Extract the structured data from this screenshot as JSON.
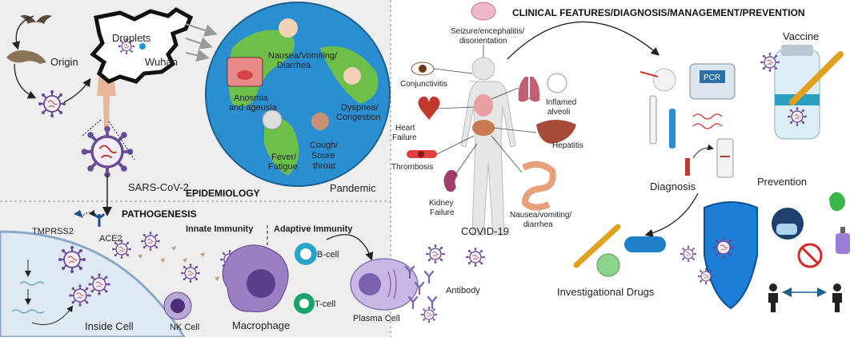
{
  "colors": {
    "panel_left": "#eeeeee",
    "virus": "#6a4b96",
    "globe_ocean": "#2a8fd0",
    "globe_land": "#6cc04a",
    "organ_red": "#c0392b",
    "drug_blue": "#1f7fc9",
    "shield": "#1c7ed6",
    "bcell": "#2aa3c9",
    "tcell": "#19a36a"
  },
  "epidemiology": {
    "heading": "EPIDEMIOLOGY",
    "origin": "Origin",
    "droplets": "Droplets",
    "wuhan": "Wuhan",
    "virus_name": "SARS-CoV-2",
    "pandemic": "Pandemic",
    "symptoms": {
      "nausea": [
        "Nausea/Vomiting/",
        "Diarrhea"
      ],
      "anosmia": [
        "Anosmia",
        "and ageusia"
      ],
      "dyspnea": [
        "Dyspnea/",
        "Congestion"
      ],
      "fever": [
        "Fever/",
        "Fatigue"
      ],
      "cough": [
        "Cough/",
        "Soure",
        "throat"
      ]
    }
  },
  "pathogenesis": {
    "heading": "PATHOGENESIS",
    "tmprss2": "TMPRSS2",
    "ace2": "ACE2",
    "inside_cell": "Inside Cell",
    "nk_cell": "NK Cell",
    "innate": "Innate Immunity",
    "adaptive": "Adaptive Immunity",
    "bcell": "B-cell",
    "tcell": "T-cell",
    "macrophage": "Macrophage",
    "plasma_cell": "Plasma Cell",
    "antibody": "Antibody"
  },
  "clinical": {
    "heading": "CLINICAL FEATURES/DIAGNOSIS/MANAGEMENT/PREVENTION",
    "seizure": [
      "Seizure/encephalitis/",
      "disorientation"
    ],
    "conjunctivitis": "Conjunctivitis",
    "inflamed": [
      "Inflamed",
      "alveoli"
    ],
    "heart": [
      "Heart",
      "Failure"
    ],
    "hepatitis": "Hepatitis",
    "thrombosis": "Thrombosis",
    "kidney": [
      "Kidney",
      "Failure"
    ],
    "gi": [
      "Nausea/vomiting/",
      "diarrhea"
    ],
    "covid": "COVID-19",
    "vaccine": "Vaccine",
    "pcr": "PCR",
    "diagnosis": "Diagnosis",
    "prevention": "Prevention",
    "drugs": "Investigational Drugs"
  }
}
